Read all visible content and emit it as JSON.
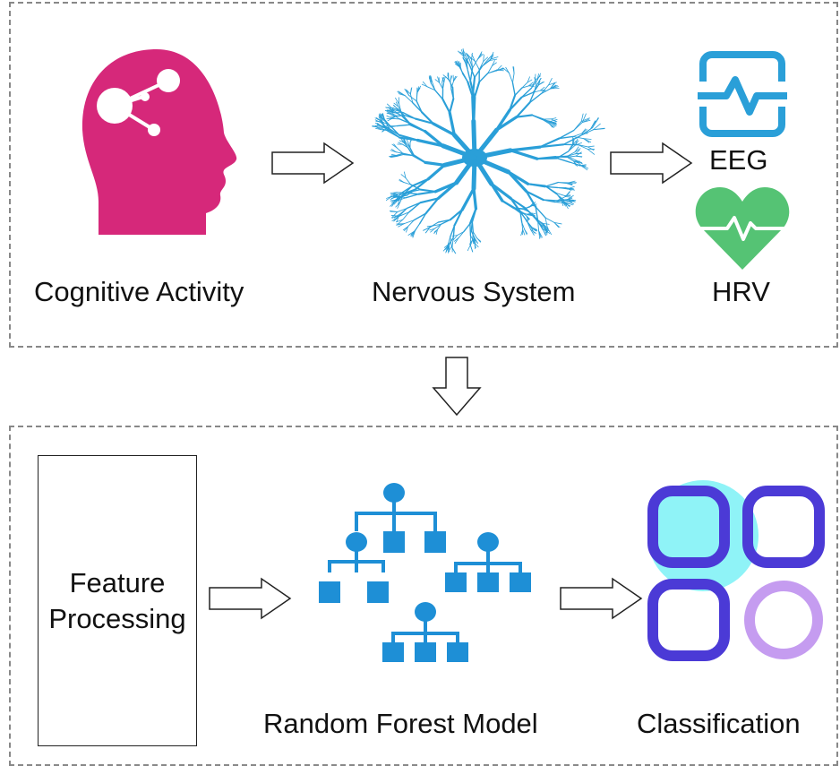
{
  "top_panel": {
    "cognitive_label": "Cognitive Activity",
    "nervous_label": "Nervous System",
    "eeg_label": "EEG",
    "hrv_label": "HRV"
  },
  "bottom_panel": {
    "feature_line1": "Feature",
    "feature_line2": "Processing",
    "rf_label": "Random Forest Model",
    "class_label": "Classification"
  },
  "colors": {
    "head": "#d6287a",
    "neuron": "#2a9fd8",
    "eeg": "#2a9fd8",
    "hrv": "#55c374",
    "tree": "#1e8fd6",
    "class_dark": "#4b3ad6",
    "class_cyan": "#8ff3f7",
    "class_light": "#c59cf0"
  },
  "icons": [
    "head-network-icon",
    "neuron-icon",
    "eeg-monitor-icon",
    "heart-pulse-icon",
    "decision-tree-icon",
    "app-grid-icon"
  ]
}
